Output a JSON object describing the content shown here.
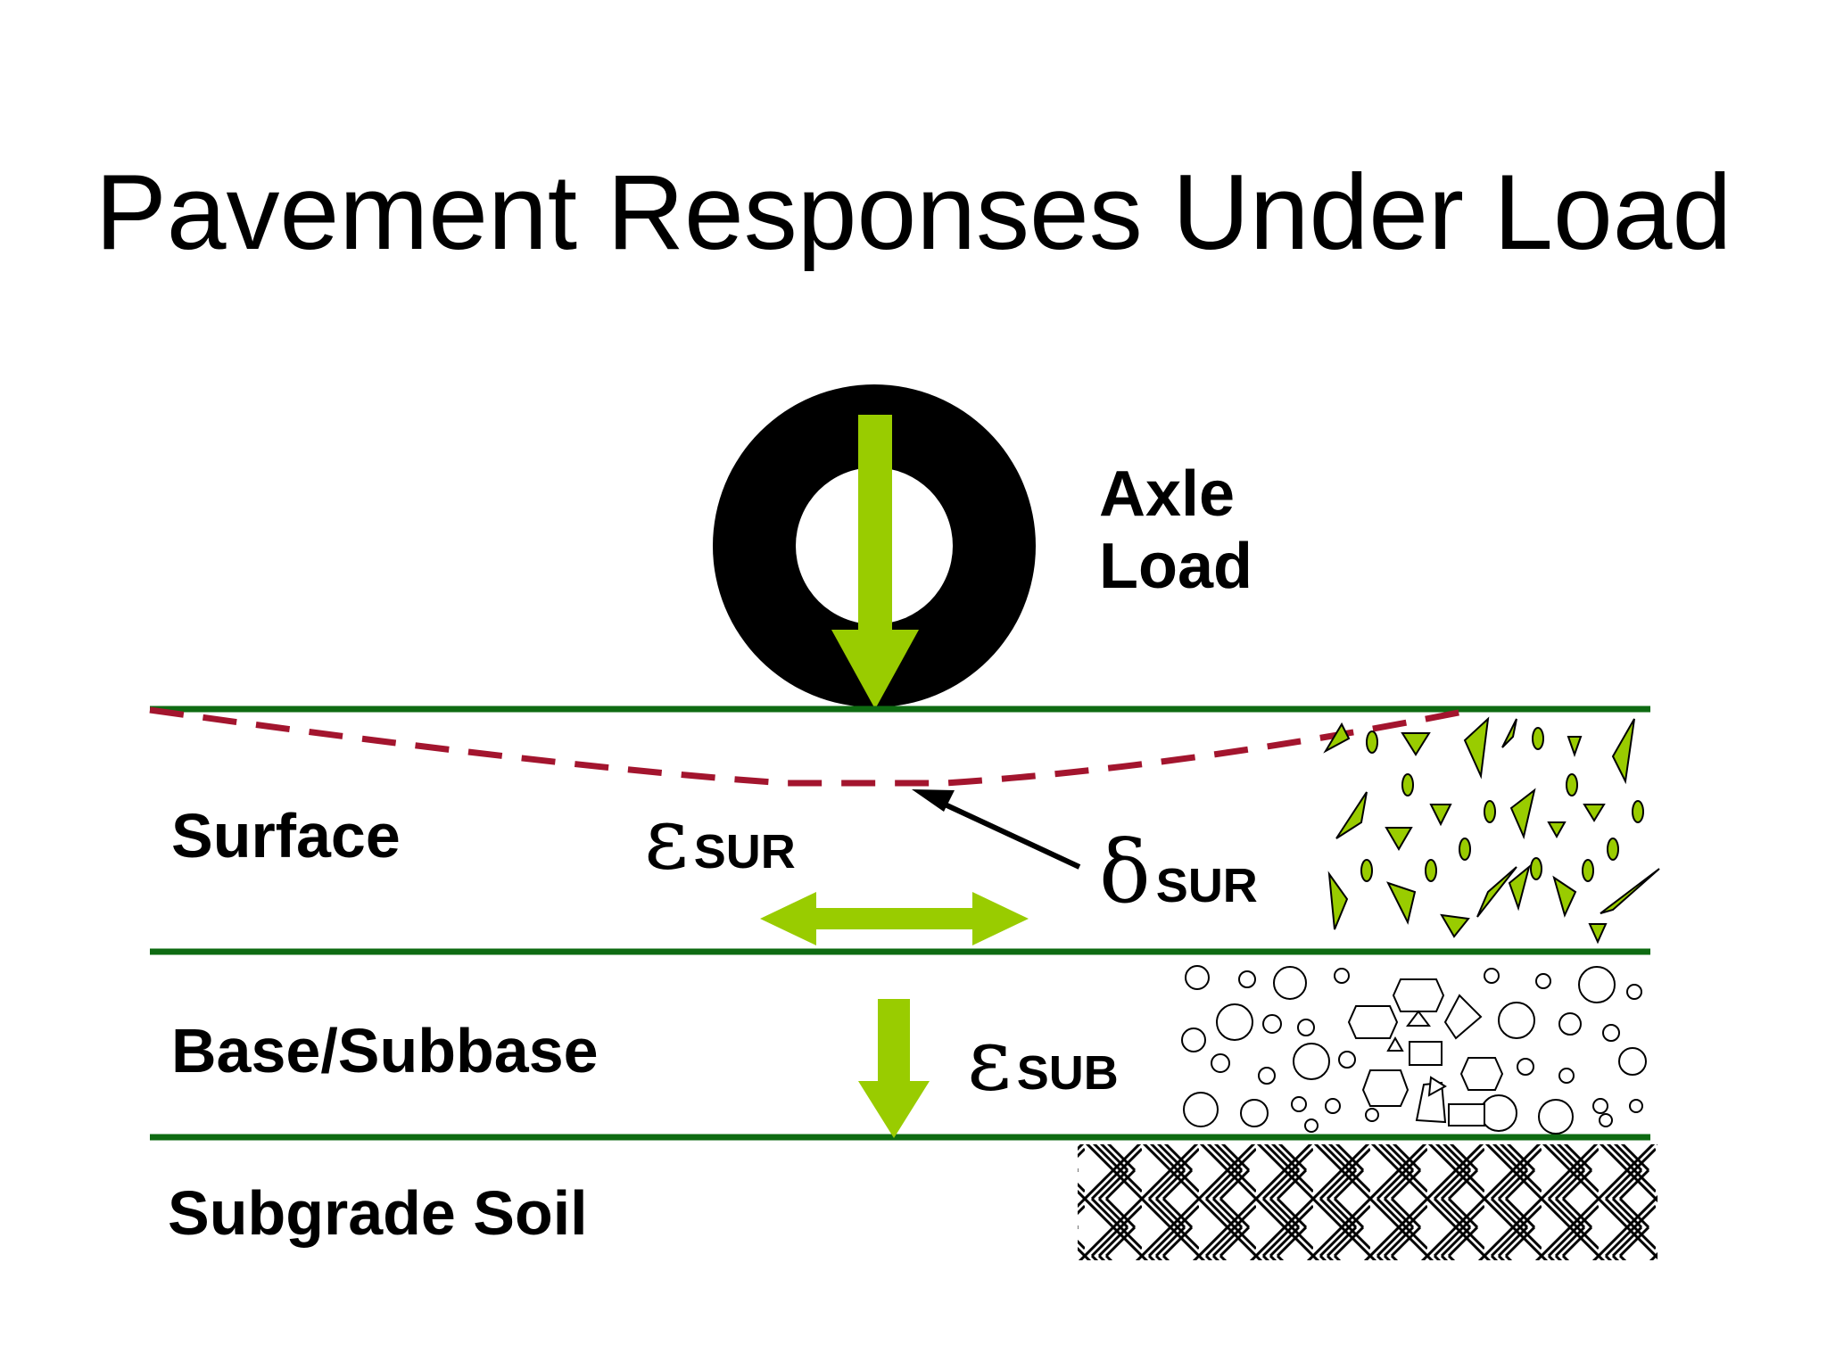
{
  "title": "Pavement Responses Under Load",
  "load": {
    "line1": "Axle",
    "line2": "Load"
  },
  "layers": {
    "surface": "Surface",
    "base": "Base/Subbase",
    "subgrade": "Subgrade Soil"
  },
  "symbols": {
    "strain_surface": {
      "greek": "ε",
      "sub": "SUR"
    },
    "deflection_surface": {
      "greek": "δ",
      "sub": "SUR"
    },
    "strain_subgrade": {
      "greek": "ε",
      "sub": "SUB"
    }
  },
  "colors": {
    "layer_line": "#0e6b12",
    "arrow_green": "#99cc00",
    "deflection_dash": "#a3152e",
    "tire": "#000000"
  }
}
